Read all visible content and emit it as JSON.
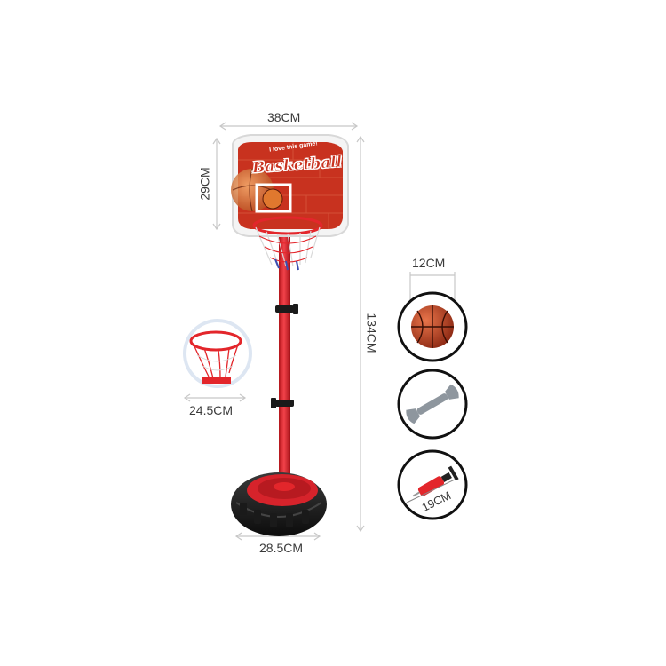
{
  "backboard": {
    "slogan": "I love this game!",
    "title": "Basketball"
  },
  "dimensions": {
    "board_width": "38CM",
    "board_height": "29CM",
    "total_height": "134CM",
    "hoop_diameter": "24.5CM",
    "base_width": "28.5CM",
    "ball_diameter": "12CM",
    "pump_length": "19CM"
  },
  "colors": {
    "pole_red": "#e3262b",
    "board_red": "#c8321f",
    "tire_black": "#1a1a1a",
    "dim_line": "#c8c8c8"
  },
  "accessories": [
    "basketball",
    "wrench",
    "pump"
  ]
}
